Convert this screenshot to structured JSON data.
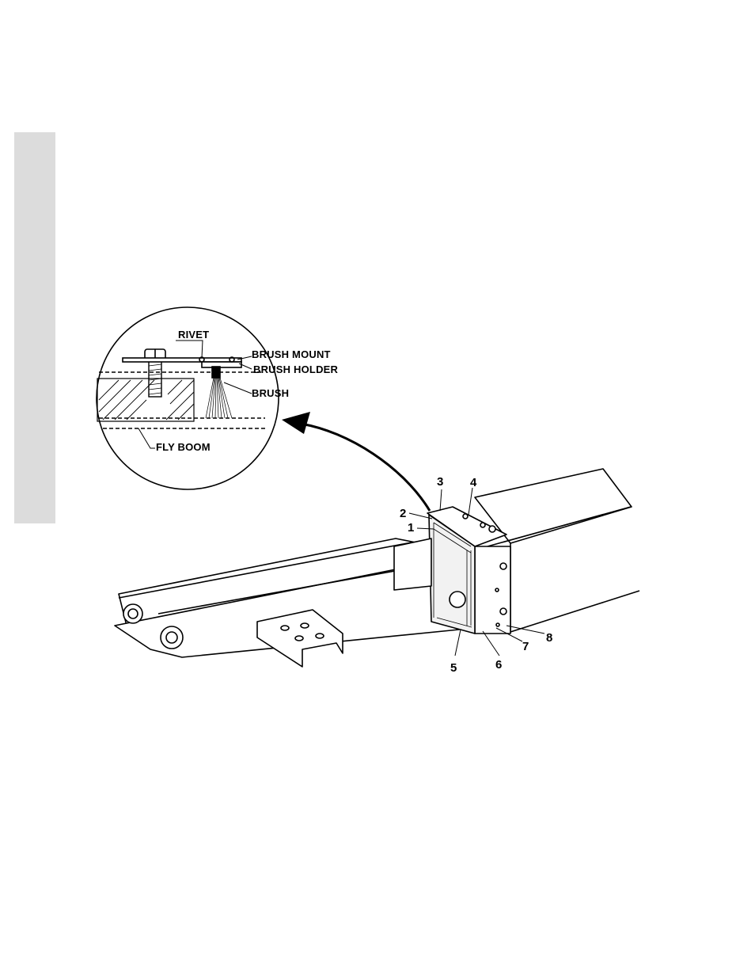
{
  "page": {
    "side_tab_color": "#dcdcdc"
  },
  "detail_labels": {
    "rivet": "RIVET",
    "brush_mount": "BRUSH MOUNT",
    "brush_holder": "BRUSH HOLDER",
    "brush": "BRUSH",
    "fly_boom": "FLY BOOM"
  },
  "callouts": [
    "1",
    "2",
    "3",
    "4",
    "5",
    "6",
    "7",
    "8"
  ]
}
